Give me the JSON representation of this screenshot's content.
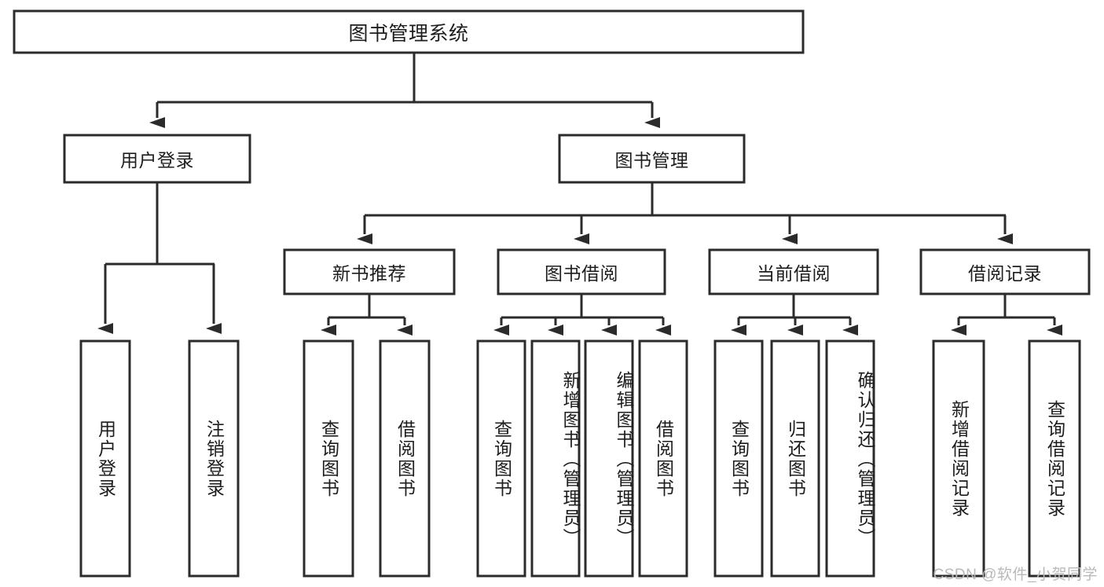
{
  "diagram": {
    "title": "图书管理系统",
    "type": "tree",
    "orientation": "top-down",
    "watermark": "CSDN @软件_小贺同学",
    "colors": {
      "stroke": "#2b2b2b",
      "fill": "#ffffff",
      "text": "#1d1d1d",
      "watermark": "#b9b9b9",
      "background": "#ffffff"
    },
    "root": {
      "id": "root",
      "label": "图书管理系统",
      "level": 0
    },
    "level1": [
      {
        "id": "user-login",
        "label": "用户登录",
        "level": 1
      },
      {
        "id": "book-manage",
        "label": "图书管理",
        "level": 1
      }
    ],
    "level2": [
      {
        "id": "new-book-recommend",
        "label": "新书推荐",
        "level": 2,
        "parent": "book-manage"
      },
      {
        "id": "book-borrow",
        "label": "图书借阅",
        "level": 2,
        "parent": "book-manage"
      },
      {
        "id": "current-borrow",
        "label": "当前借阅",
        "level": 2,
        "parent": "book-manage"
      },
      {
        "id": "borrow-record",
        "label": "借阅记录",
        "level": 2,
        "parent": "book-manage"
      }
    ],
    "leaves": [
      {
        "id": "leaf-user-login",
        "label": "用户登录",
        "parent": "user-login",
        "vertical": true
      },
      {
        "id": "leaf-logout-login",
        "label": "注销登录",
        "parent": "user-login",
        "vertical": true
      },
      {
        "id": "leaf-query-book-1",
        "label": "查询图书",
        "parent": "new-book-recommend",
        "vertical": true
      },
      {
        "id": "leaf-borrow-book-1",
        "label": "借阅图书",
        "parent": "new-book-recommend",
        "vertical": true
      },
      {
        "id": "leaf-query-book-2",
        "label": "查询图书",
        "parent": "book-borrow",
        "vertical": true
      },
      {
        "id": "leaf-add-book",
        "label": "新增图书（管理员）",
        "parent": "book-borrow",
        "vertical": true
      },
      {
        "id": "leaf-edit-book",
        "label": "编辑图书（管理员）",
        "parent": "book-borrow",
        "vertical": true
      },
      {
        "id": "leaf-borrow-book-2",
        "label": "借阅图书",
        "parent": "book-borrow",
        "vertical": true
      },
      {
        "id": "leaf-query-book-3",
        "label": "查询图书",
        "parent": "current-borrow",
        "vertical": true
      },
      {
        "id": "leaf-return-book",
        "label": "归还图书",
        "parent": "current-borrow",
        "vertical": true
      },
      {
        "id": "leaf-confirm-return",
        "label": "确认归还（管理员）",
        "parent": "current-borrow",
        "vertical": true
      },
      {
        "id": "leaf-add-record",
        "label": "新增借阅记录",
        "parent": "borrow-record",
        "vertical": true
      },
      {
        "id": "leaf-query-record",
        "label": "查询借阅记录",
        "parent": "borrow-record",
        "vertical": true
      }
    ]
  }
}
